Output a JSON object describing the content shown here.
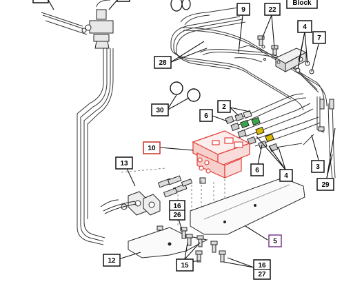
{
  "callouts": {
    "c9": "9",
    "c22": "22",
    "block": "Block",
    "c4a": "4",
    "c7": "7",
    "c28": "28",
    "c2": "2",
    "c6a": "6",
    "c30": "30",
    "c10": "10",
    "c13": "13",
    "c6b": "6",
    "c4b": "4",
    "c3": "3",
    "c29": "29",
    "c16a": "16",
    "c26": "26",
    "c5": "5",
    "c12": "12",
    "c15": "15",
    "c16b": "16",
    "c27": "27"
  },
  "colors": {
    "line": "#111111",
    "highlight_block": "#e0403a",
    "highlight_callout_10": "#c0302a",
    "highlight_callout_5": "#7a3a8c",
    "fitting_green": "#3aa64a",
    "fitting_yellow": "#d8b800"
  }
}
